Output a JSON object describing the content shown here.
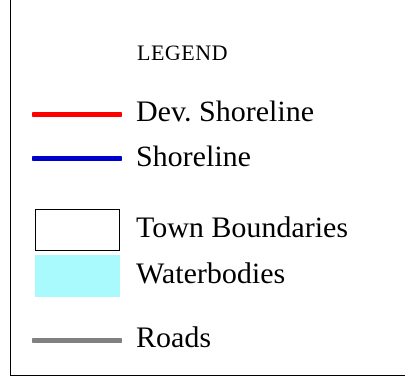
{
  "legend": {
    "title": "LEGEND",
    "items": [
      {
        "label": "Dev. Shoreline",
        "symbol": "line",
        "color": "#ff0000"
      },
      {
        "label": "Shoreline",
        "symbol": "line",
        "color": "#0000cc"
      },
      {
        "label": "Town Boundaries",
        "symbol": "box",
        "fill": "#ffffff",
        "stroke": "#000000"
      },
      {
        "label": "Waterbodies",
        "symbol": "box",
        "fill": "#a8fafc",
        "stroke": "#a8fafc"
      },
      {
        "label": "Roads",
        "symbol": "line",
        "color": "#808080"
      }
    ]
  }
}
